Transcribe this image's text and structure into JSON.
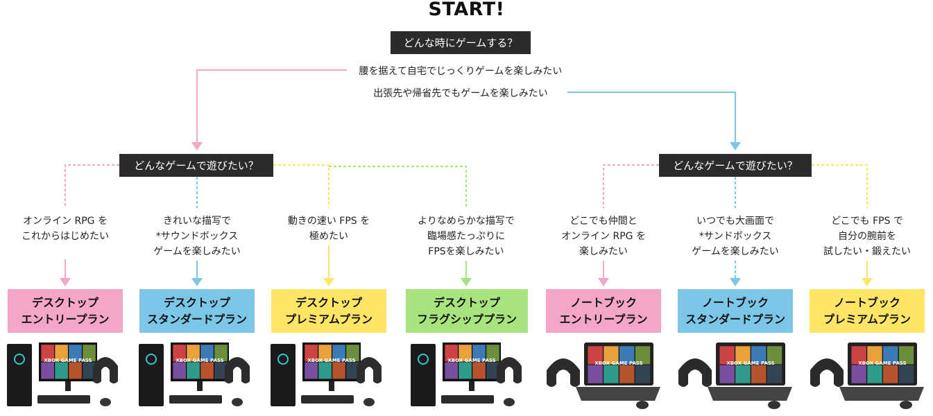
{
  "start": "START!",
  "q1": "どんな時にゲームする？",
  "q1_answers": {
    "home": "腰を据えて自宅でじっくりゲームを楽しみたい",
    "travel": "出張先や帰省先でもゲームを楽しみたい"
  },
  "q2_left": "どんなゲームで遊びたい？",
  "q2_right": "どんなゲームで遊びたい？",
  "conditions": [
    [
      "オンライン RPG を",
      "これからはじめたい"
    ],
    [
      "きれいな描写で",
      "*サウンドボックス",
      "ゲームを楽しみたい"
    ],
    [
      "動きの速い FPS を",
      "極めたい"
    ],
    [
      "よりなめらかな描写で",
      "臨場感たっぷりに",
      "FPSを楽しみたい"
    ],
    [
      "どこでも仲間と",
      "オンライン RPG を",
      "楽しみたい"
    ],
    [
      "いつでも大画面で",
      "*サンドボックス",
      "ゲームを楽しみたい"
    ],
    [
      "どこでも FPS で",
      "自分の腕前を",
      "試したい・鍛えたい"
    ]
  ],
  "plans": [
    {
      "line1": "デスクトップ",
      "line2": "エントリープラン",
      "color": "#f3a6c8",
      "kind": "desktop"
    },
    {
      "line1": "デスクトップ",
      "line2": "スタンダードプラン",
      "color": "#7cc6e8",
      "kind": "desktop"
    },
    {
      "line1": "デスクトップ",
      "line2": "プレミアムプラン",
      "color": "#ffe566",
      "kind": "desktop"
    },
    {
      "line1": "デスクトップ",
      "line2": "フラグシッププラン",
      "color": "#a8e47d",
      "kind": "desktop"
    },
    {
      "line1": "ノートブック",
      "line2": "エントリープラン",
      "color": "#f3a6c8",
      "kind": "laptop"
    },
    {
      "line1": "ノートブック",
      "line2": "スタンダードプラン",
      "color": "#7cc6e8",
      "kind": "laptop"
    },
    {
      "line1": "ノートブック",
      "line2": "プレミアムプラン",
      "color": "#ffe566",
      "kind": "laptop"
    }
  ],
  "colors": {
    "pink": "#f3a6c8",
    "blue": "#7cc6e8",
    "yellow": "#ffe566",
    "green": "#a8e47d",
    "dark": "#2b2b2b"
  },
  "product_screen_text": "XBOX GAME PASS"
}
